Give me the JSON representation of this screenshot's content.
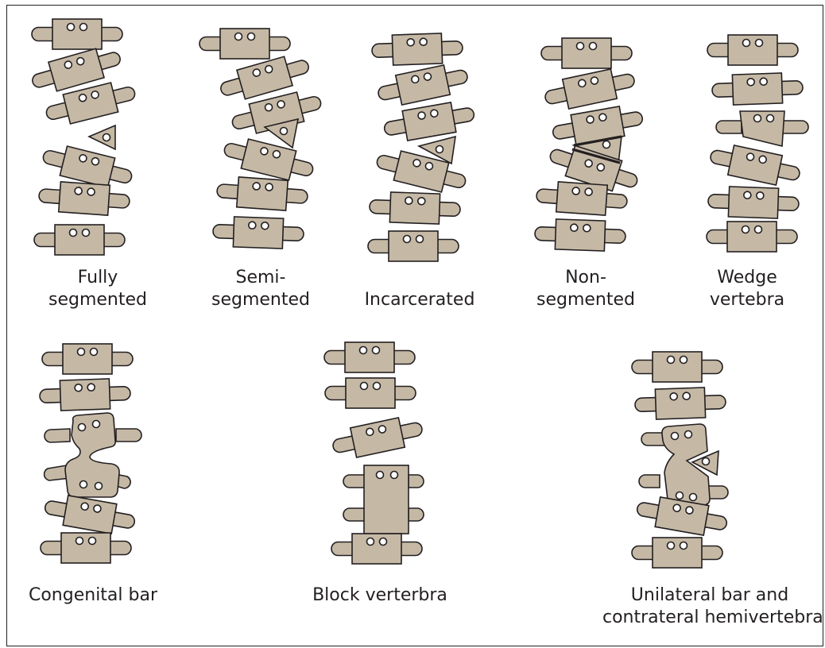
{
  "colors": {
    "bone": "#c5b9a6",
    "stroke": "#231f20",
    "hole": "#ffffff",
    "background": "#ffffff"
  },
  "figures": [
    {
      "id": "fully-segmented",
      "caption": [
        "Fully",
        "segmented"
      ]
    },
    {
      "id": "semi-segmented",
      "caption": [
        "Semi-",
        "segmented"
      ]
    },
    {
      "id": "incarcerated",
      "caption": [
        "Incarcerated"
      ]
    },
    {
      "id": "non-segmented",
      "caption": [
        "Non-",
        "segmented"
      ]
    },
    {
      "id": "wedge-vertebra",
      "caption": [
        "Wedge",
        "vertebra"
      ]
    },
    {
      "id": "congenital-bar",
      "caption": [
        "Congenital bar"
      ]
    },
    {
      "id": "block-vertebra",
      "caption": [
        "Block verterbra"
      ]
    },
    {
      "id": "unilateral-bar-hemivertebra",
      "caption": [
        "Unilateral bar and",
        "contrateral hemivertebra"
      ]
    }
  ]
}
